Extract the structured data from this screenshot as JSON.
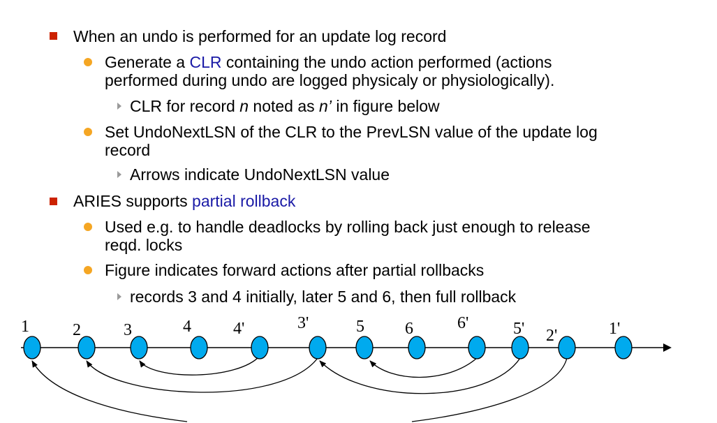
{
  "items": [
    {
      "text": "When an undo is performed for an update log record"
    },
    {
      "pre": "Generate a ",
      "hl": "CLR",
      "post": " containing the undo action performed (actions"
    },
    {
      "text": "performed during undo are logged physicaly or physiologically)."
    },
    {
      "pre": "CLR for   record ",
      "it1": "n",
      "mid": " noted as ",
      "it2": "n’",
      "post": " in figure below"
    },
    {
      "text": "Set UndoNextLSN of the CLR to the PrevLSN value of the update log"
    },
    {
      "text": "record"
    },
    {
      "text": "Arrows indicate UndoNextLSN value"
    },
    {
      "pre": "ARIES supports ",
      "hl": "partial rollback"
    },
    {
      "text": "Used e.g. to handle deadlocks by rolling back just enough to release"
    },
    {
      "text": "reqd. locks"
    },
    {
      "text": "Figure indicates forward actions after partial rollbacks"
    },
    {
      "text": "records 3 and 4 initially, later 5 and 6, then full rollback"
    }
  ],
  "figure": {
    "labels": [
      "1",
      "2",
      "3",
      "4",
      "4'",
      "3'",
      "5",
      "6",
      "6'",
      "5'",
      "2'",
      "1'"
    ],
    "node_color": "#00aaee"
  }
}
